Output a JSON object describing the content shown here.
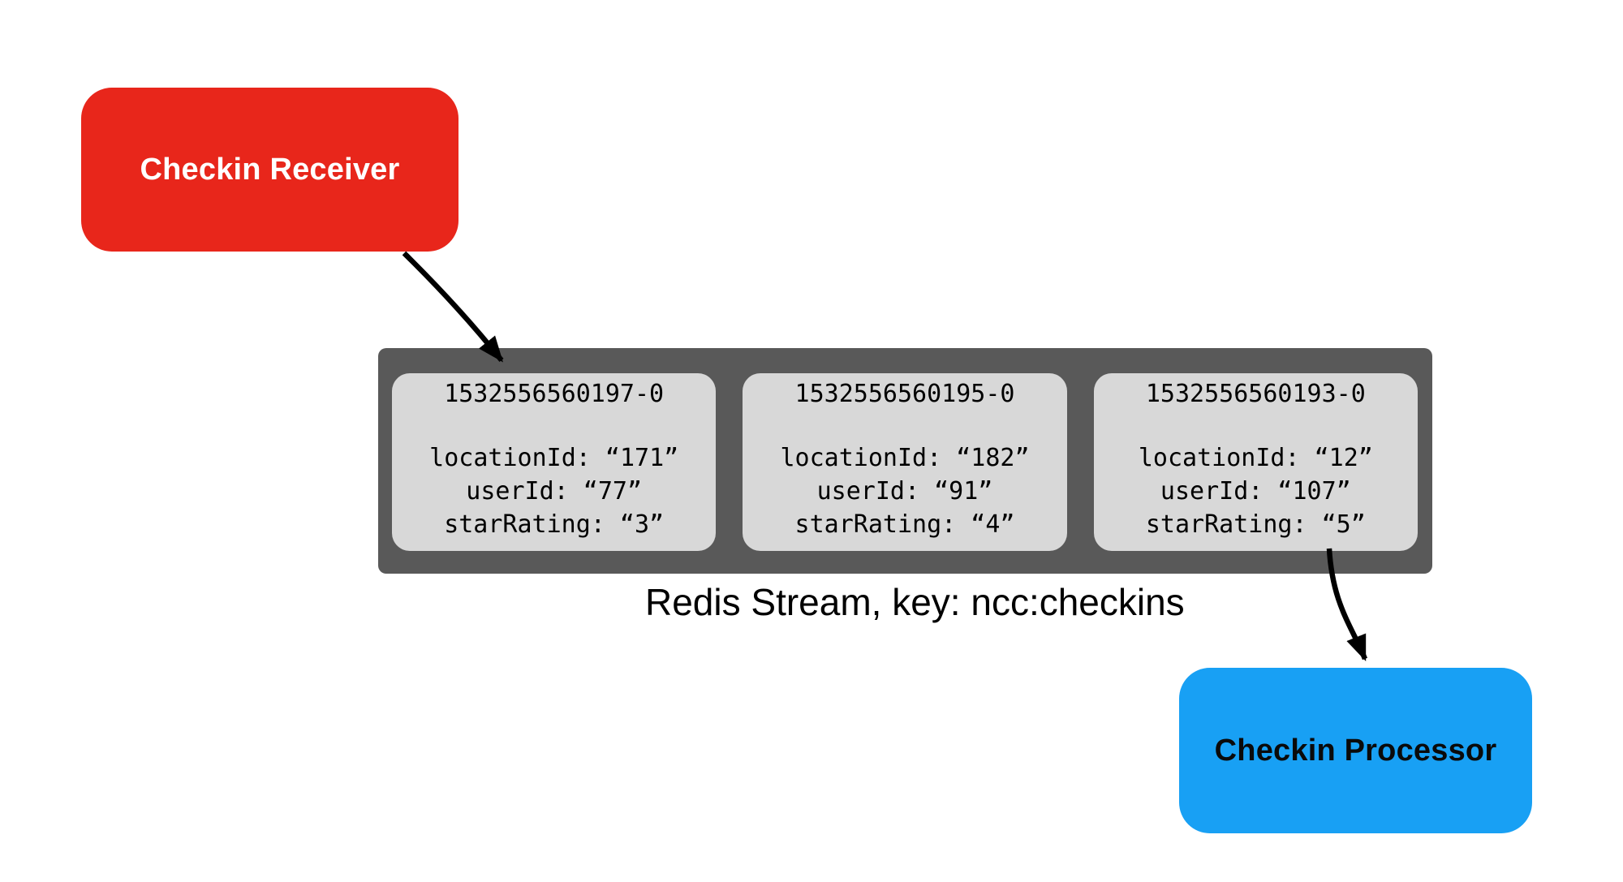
{
  "colors": {
    "receiver_fill": "#E8261B",
    "processor_fill": "#18A0F4",
    "stream_fill": "#595959",
    "entry_fill": "#D8D8D8",
    "arrow": "#000000"
  },
  "nodes": {
    "receiver": {
      "label": "Checkin Receiver"
    },
    "processor": {
      "label": "Checkin Processor"
    }
  },
  "stream": {
    "caption": "Redis Stream, key: ncc:checkins",
    "entries": [
      {
        "id": "1532556560197-0",
        "fields": [
          "locationId: “171”",
          "userId: “77”",
          "starRating: “3”"
        ]
      },
      {
        "id": "1532556560195-0",
        "fields": [
          "locationId: “182”",
          "userId: “91”",
          "starRating: “4”"
        ]
      },
      {
        "id": "1532556560193-0",
        "fields": [
          "locationId: “12”",
          "userId: “107”",
          "starRating: “5”"
        ]
      }
    ]
  }
}
